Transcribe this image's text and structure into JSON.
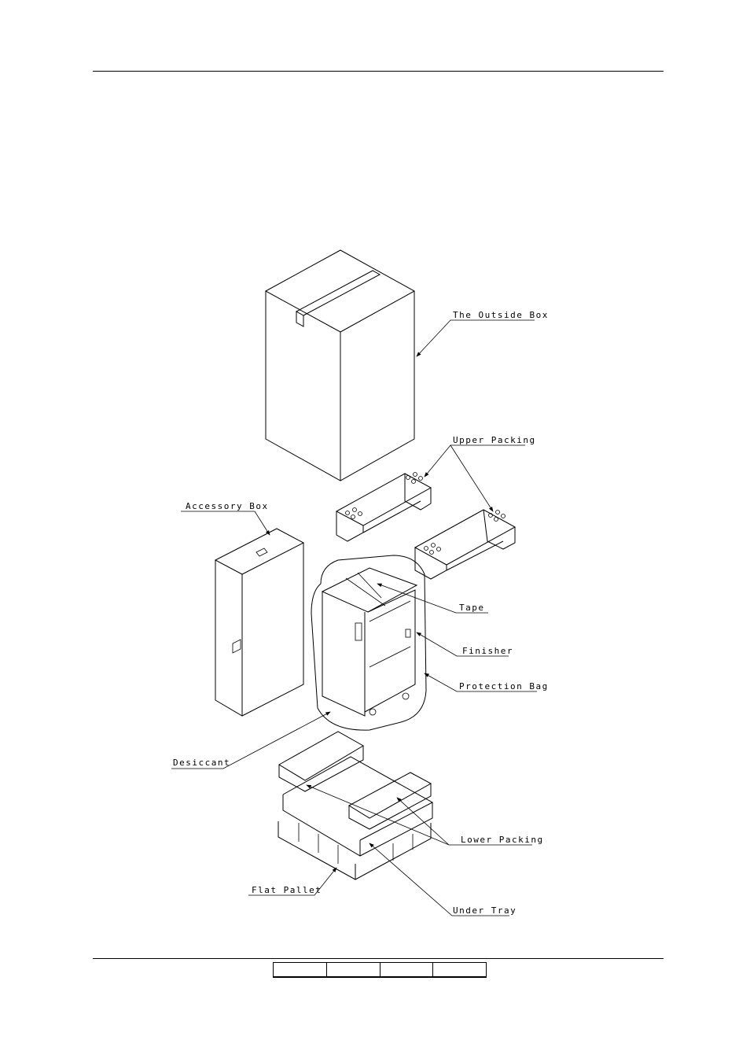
{
  "labels": {
    "outside_box": "The Outside Box",
    "upper_packing": "Upper Packing",
    "accessory_box": "Accessory Box",
    "tape": "Tape",
    "finisher": "Finisher",
    "protection_bag": "Protection Bag",
    "desiccant": "Desiccant",
    "lower_packing": "Lower Packing",
    "flat_pallet": "Flat Pallet",
    "under_tray": "Under Tray"
  },
  "footer": {
    "cells": [
      "",
      "",
      "",
      ""
    ]
  }
}
